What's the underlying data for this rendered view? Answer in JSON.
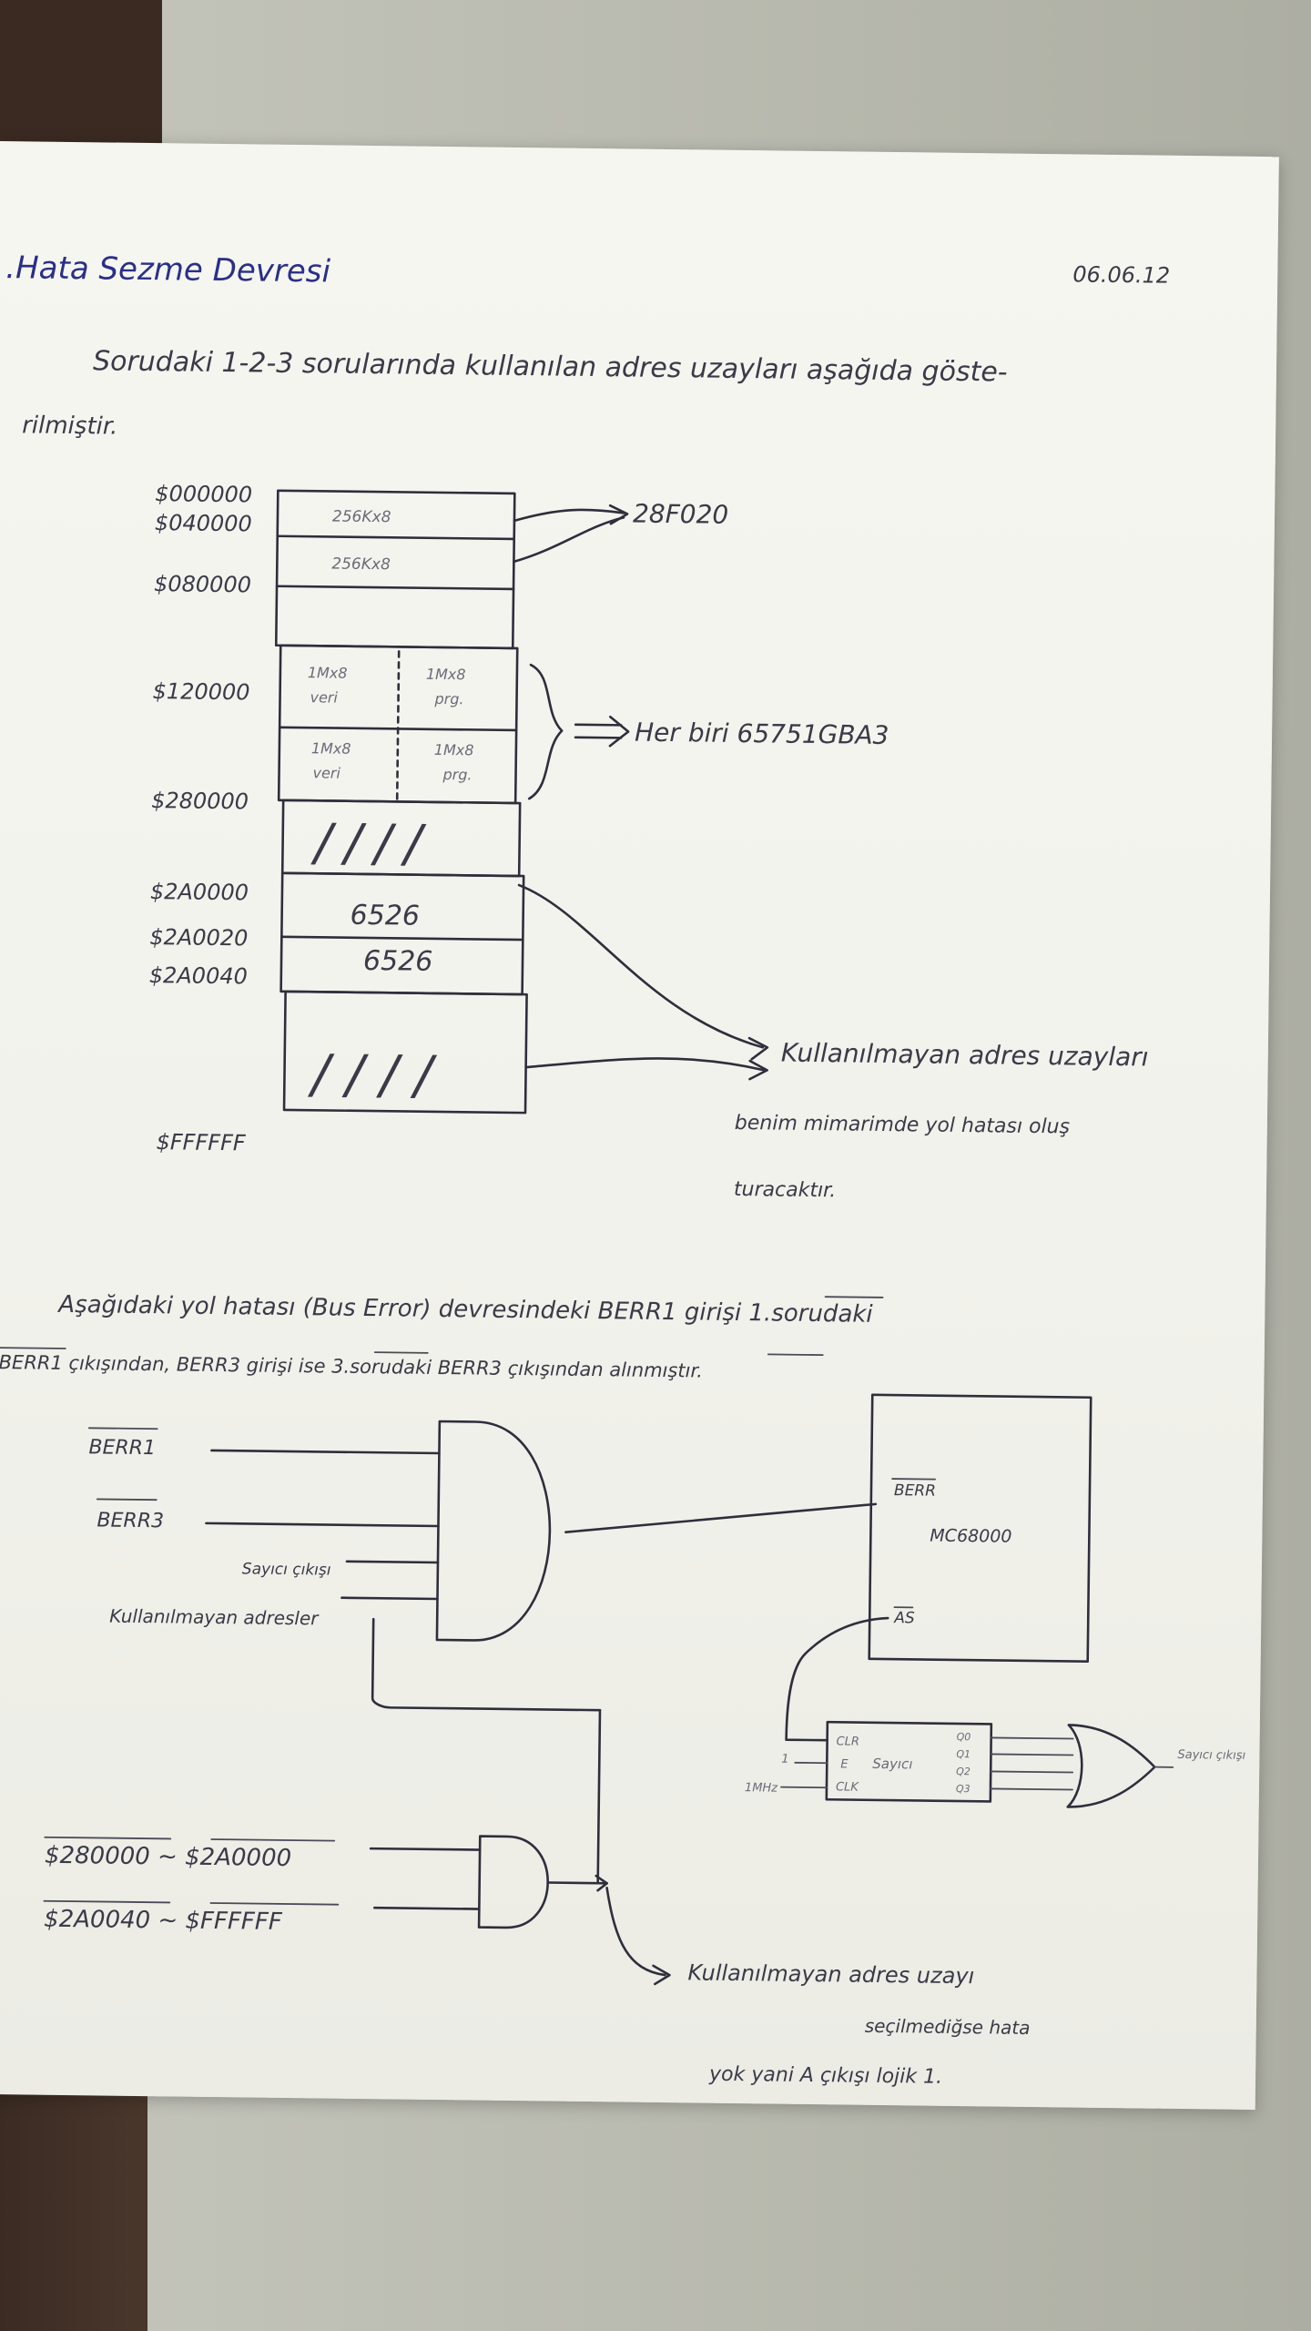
{
  "page": {
    "title": ".Hata Sezme Devresi",
    "date": "06.06.12",
    "intro_line1": "Sorudaki 1-2-3 sorularında kullanılan adres uzayları aşağıda göste-",
    "intro_line2": "rilmiştir."
  },
  "memory_map": {
    "addresses": [
      "$000000",
      "$040000",
      "$080000",
      "$120000",
      "$280000",
      "$2A0000",
      "$2A0020",
      "$2A0040",
      "$FFFFFF"
    ],
    "rom_blocks": [
      "256Kx8",
      "256Kx8"
    ],
    "rom_chip": "28F020",
    "ram_cells": [
      [
        "1Mx8",
        "veri"
      ],
      [
        "1Mx8",
        "prg."
      ],
      [
        "1Mx8",
        "veri"
      ],
      [
        "1Mx8",
        "prg."
      ]
    ],
    "ram_chip": "Her biri 65751GBA3",
    "io_blocks": [
      "6526",
      "6526"
    ],
    "unused_hatch": "////",
    "unused_note": [
      "Kullanılmayan adres uzayları",
      "benim mimarimde yol hatası oluş",
      "turacaktır."
    ]
  },
  "paragraph": {
    "line1": "Aşağıdaki yol hatası (Bus Error) devresindeki BERR1 girişi 1.sorudaki",
    "line2": "BERR1 çıkışından, BERR3 girişi ise 3.sorudaki BERR3 çıkışından alınmıştır."
  },
  "circuit": {
    "inputs": [
      "BERR1",
      "BERR3",
      "Sayıcı çıkışı",
      "Kullanılmayan adresler"
    ],
    "cpu_pin_berr": "BERR",
    "cpu_name": "MC68000",
    "cpu_pin_as": "AS",
    "counter_label": "Sayıcı",
    "counter_pins": [
      "CLR",
      "E",
      "CLK"
    ],
    "counter_outputs": [
      "Q0",
      "Q1",
      "Q2",
      "Q3"
    ],
    "counter_inputs": [
      "1",
      "1MHz"
    ],
    "counter_output_label": "Sayıcı çıkışı",
    "range_inputs": [
      "$280000 ~ $2A0000",
      "$2A0040 ~ $FFFFFF"
    ],
    "range_note": [
      "Kullanılmayan adres uzayı",
      "seçilmediğse hata",
      "yok yani A çıkışı lojik 1."
    ]
  },
  "colors": {
    "title_ink": "#2a2f8a",
    "pencil": "#3a3a48",
    "paper": "#f4f4ef"
  }
}
